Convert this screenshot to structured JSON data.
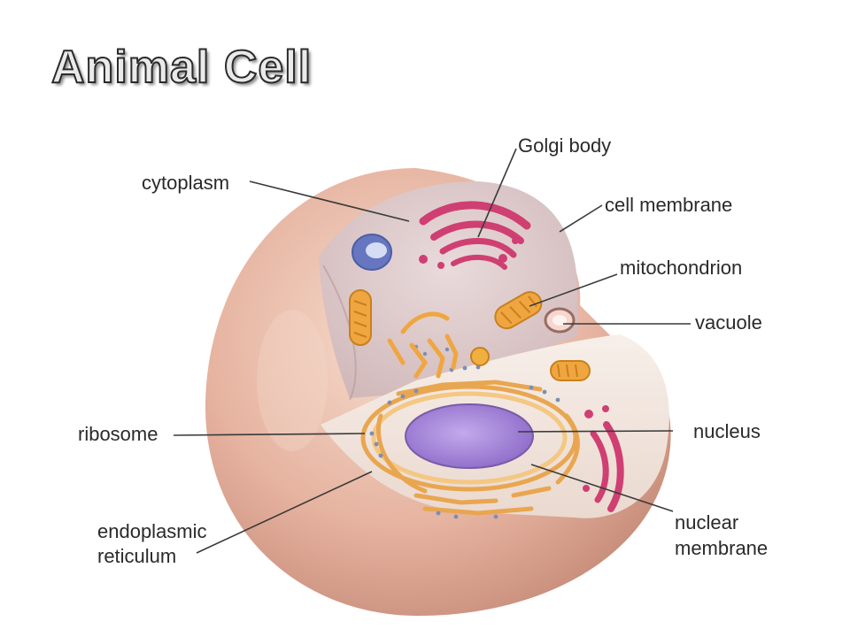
{
  "title": "Animal Cell",
  "labels": {
    "cytoplasm": "cytoplasm",
    "golgi_body": "Golgi body",
    "cell_membrane": "cell membrane",
    "mitochondrion": "mitochondrion",
    "vacuole": "vacuole",
    "ribosome": "ribosome",
    "nucleus": "nucleus",
    "endoplasmic_line1": "endoplasmic",
    "endoplasmic_line2": "reticulum",
    "nuclear_line1": "nuclear",
    "nuclear_line2": "membrane"
  },
  "colors": {
    "cell_outer": "#e8b8a6",
    "cell_shadow": "#c98f7e",
    "cytoplasm": "#d8c6c8",
    "golgi": "#d14a7a",
    "mitochondrion": "#f0a640",
    "nucleus": "#a98ad9",
    "er": "#f1bd72",
    "vacuole": "#6b7cc2"
  }
}
